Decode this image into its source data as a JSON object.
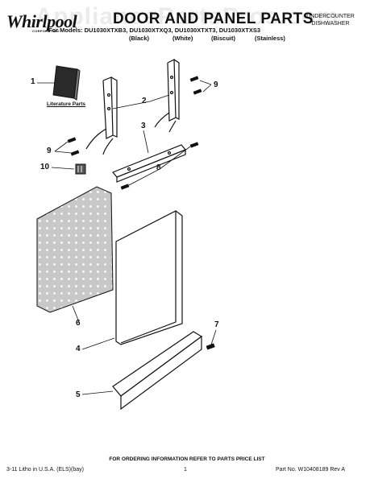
{
  "header": {
    "watermark": "AppliancePartsPros.com",
    "brand": "Whirlpool",
    "brand_sub": "CORPORATION",
    "title": "DOOR AND PANEL PARTS",
    "product_line1": "UNDERCOUNTER",
    "product_line2": "DISHWASHER",
    "models": "For Models: DU1030XTXB3, DU1030XTXQ3, DU1030XTXT3, DU1030XTXS3",
    "variants": [
      "(Black)",
      "(White)",
      "(Biscuit)",
      "(Stainless)"
    ]
  },
  "diagram": {
    "literature_label": "Literature Parts",
    "callouts": [
      "1",
      "2",
      "3",
      "9",
      "9",
      "10",
      "8",
      "6",
      "4",
      "7",
      "5"
    ]
  },
  "footer": {
    "order_note": "FOR ORDERING INFORMATION REFER TO PARTS PRICE LIST",
    "litho": "3-11 Litho in U.S.A. (ELS)(bay)",
    "page": "1",
    "part_no": "Part No. W10408189 Rev A"
  }
}
